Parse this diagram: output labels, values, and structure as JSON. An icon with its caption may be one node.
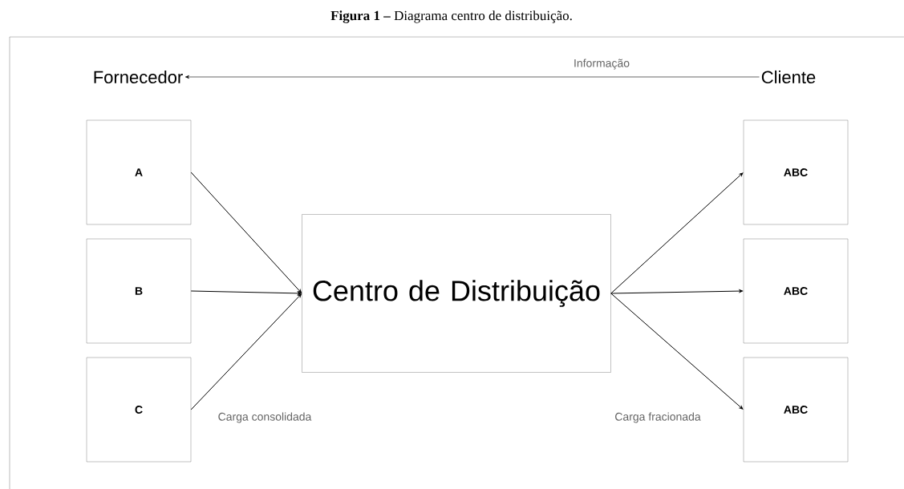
{
  "diagram": {
    "caption": "**Figura 1 –** Diagrama centro de distribuição.",
    "nodes": [
      {
        "text": [
          "Fornecedor"
        ]
      },
      {
        "text": [
          "Cliente"
        ]
      },
      {
        "text": [
          "A"
        ]
      },
      {
        "text": [
          "B"
        ]
      },
      {
        "text": [
          "C"
        ]
      },
      {
        "text": [
          "Centro de Distribuição"
        ]
      },
      {
        "text": [
          "ABC"
        ]
      },
      {
        "text": [
          "ABC"
        ]
      },
      {
        "text": [
          "ABC"
        ]
      }
    ],
    "edges": [
      {
        "from": 1,
        "to": 0,
        "arrow": "to",
        "label": "Informação"
      },
      {
        "from": 2,
        "to": 5,
        "arrow": "to"
      },
      {
        "from": 3,
        "to": 5,
        "arrow": "to"
      },
      {
        "from": 4,
        "to": 5,
        "arrow": "to"
      },
      {
        "from": 5,
        "to": 6,
        "arrow": "to"
      },
      {
        "from": 5,
        "to": 7,
        "arrow": "to"
      },
      {
        "from": 5,
        "to": 8,
        "arrow": "to"
      }
    ],
    "labels": [
      "Carga consolidada",
      "Carga fracionada"
    ]
  }
}
